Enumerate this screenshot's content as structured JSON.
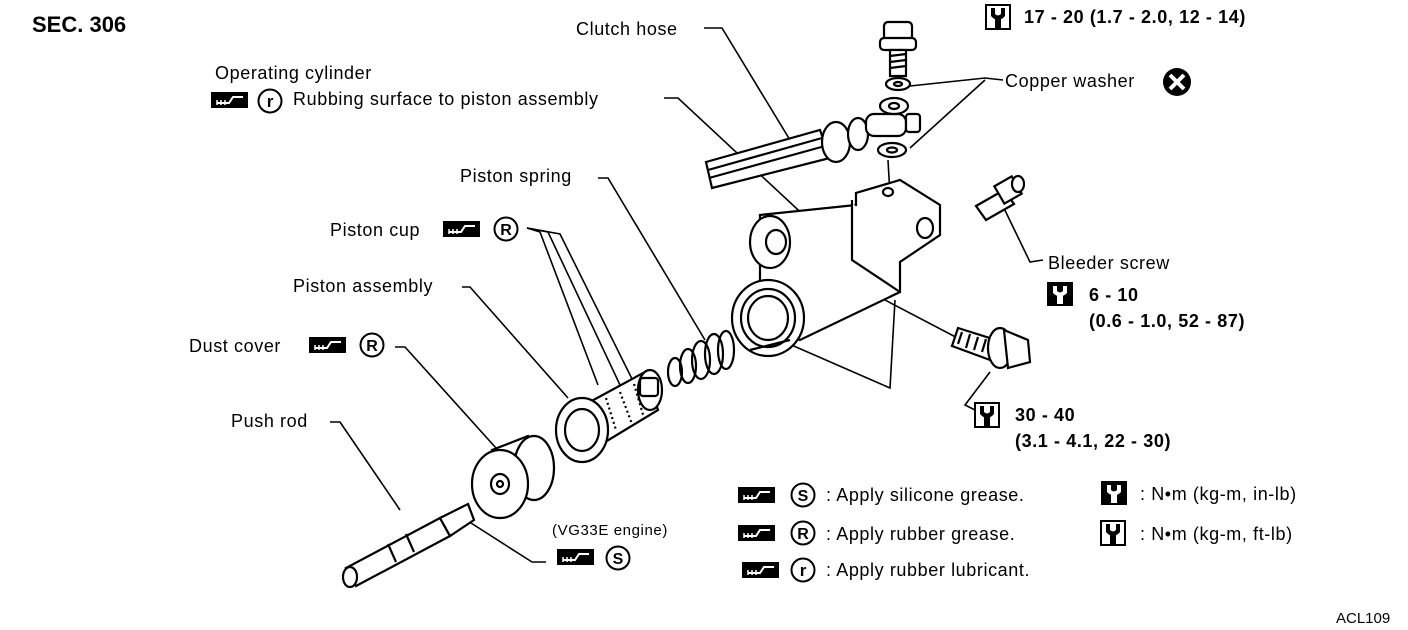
{
  "section": "SEC. 306",
  "figure_code": "ACL109",
  "labels": {
    "clutch_hose": "Clutch hose",
    "operating_cylinder": "Operating cylinder",
    "rubbing_surface": "Rubbing surface to piston assembly",
    "copper_washer": "Copper washer",
    "piston_spring": "Piston spring",
    "piston_cup": "Piston cup",
    "piston_assembly": "Piston assembly",
    "dust_cover": "Dust cover",
    "push_rod": "Push rod",
    "bleeder_screw": "Bleeder screw",
    "vg33e": "(VG33E engine)"
  },
  "torques": {
    "hose_bolt": "17 - 20 (1.7 - 2.0, 12 - 14)",
    "bleeder_line1": "6 - 10",
    "bleeder_line2": "(0.6 - 1.0, 52 - 87)",
    "mount_bolt_line1": "30 - 40",
    "mount_bolt_line2": "(3.1 - 4.1, 22 - 30)"
  },
  "symbol_letters": {
    "silicone": "S",
    "rubber_grease": "R",
    "rubber_lubricant": "r"
  },
  "legend": {
    "silicone": ": Apply silicone grease.",
    "rubber_grease": ": Apply rubber grease.",
    "rubber_lubricant": ": Apply rubber lubricant.",
    "nm_inlb": ": N•m (kg-m, in-lb)",
    "nm_ftlb": ": N•m (kg-m, ft-lb)"
  },
  "icons": [
    "grease-brush-icon",
    "torque-wrench-inlb-icon",
    "torque-wrench-ftlb-icon",
    "replace-x-icon"
  ]
}
